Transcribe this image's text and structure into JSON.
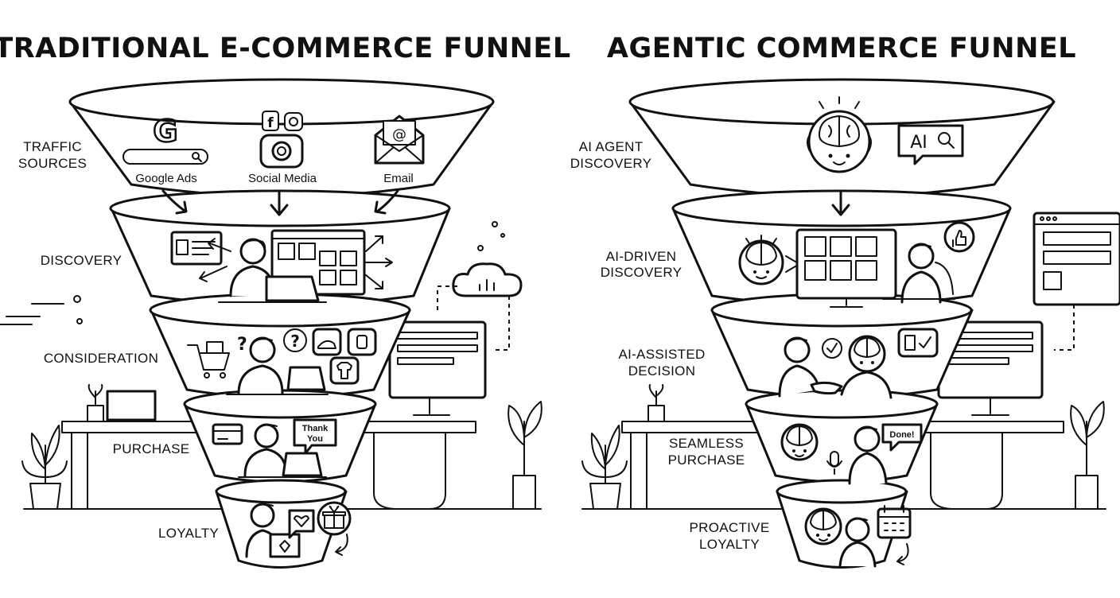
{
  "left": {
    "title": "TRADITIONAL E-COMMERCE FUNNEL",
    "stages": {
      "traffic": [
        "TRAFFIC",
        "SOURCES"
      ],
      "discovery": "DISCOVERY",
      "consideration": "CONSIDERATION",
      "purchase": "PURCHASE",
      "loyalty": "LOYALTY"
    },
    "sources": {
      "google": "Google Ads",
      "social": "Social Media",
      "email": "Email"
    },
    "thank_you": [
      "Thank",
      "You"
    ],
    "glyphs": {
      "question": "?",
      "at": "@",
      "google_g": "G",
      "fb": "f"
    }
  },
  "right": {
    "title": "AGENTIC COMMERCE FUNNEL",
    "stages": {
      "agent_discovery": [
        "AI AGENT",
        "DISCOVERY"
      ],
      "ai_discovery": [
        "AI-DRIVEN",
        "DISCOVERY"
      ],
      "ai_decision": [
        "AI-ASSISTED",
        "DECISION"
      ],
      "purchase": [
        "SEAMLESS",
        "PURCHASE"
      ],
      "loyalty": [
        "PROACTIVE",
        "LOYALTY"
      ]
    },
    "ai_badge": "AI",
    "done_bubble": "Done!"
  },
  "icons": [
    "google-icon",
    "social-media-icon",
    "email-icon",
    "laptop-icon",
    "shopping-cart-icon",
    "question-icon",
    "shoe-icon",
    "watch-icon",
    "tshirt-icon",
    "credit-card-icon",
    "gift-icon",
    "heart-icon",
    "cloud-chart-icon",
    "plant-icon",
    "ai-brain-icon",
    "ai-search-icon",
    "thumbs-up-icon",
    "monitor-icon",
    "handshake-icon",
    "microphone-icon",
    "calendar-icon",
    "browser-window-icon"
  ]
}
